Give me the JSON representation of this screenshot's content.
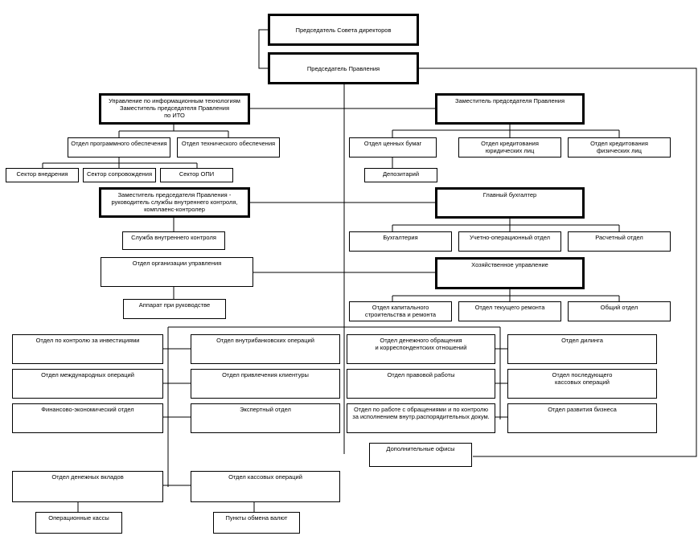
{
  "nodes": {
    "chairman_board": "Председатель Совета директоров",
    "chairman_management": "Председатель Правления",
    "it_management": "Управление по информационным технологиям\nЗаместитель председателя Правления\nпо ИТО",
    "deputy_chairman": "Заместитель председателя Правления",
    "software_dept": "Отдел программного обеспечения",
    "hardware_dept": "Отдел технического обеспечения",
    "implementation_sector": "Сектор внедрения",
    "support_sector": "Сектор сопровождения",
    "sector_opi": "Сектор ОПИ",
    "securities_dept": "Отдел ценных бумаг",
    "legal_credit_dept": "Отдел кредитования\nюридических лиц",
    "individual_credit_dept": "Отдел кредитования\nфизических лиц",
    "depository": "Депозитарий",
    "internal_control_deputy": "Заместитель председателя Правления -\nруководитель службы внутреннего контроля,\nкомплаенс-контролер",
    "chief_accountant": "Главный бухгалтер",
    "internal_control_service": "Служба внутреннего контроля",
    "accounting": "Бухгалтерия",
    "accounting_operations_dept": "Учетно-операционный отдел",
    "settlement_dept": "Расчетный отдел",
    "management_org_dept": "Отдел организации управления",
    "economic_management": "Хозяйственное управление",
    "chairman_office": "Аппарат при руководстве",
    "capital_construction_dept": "Отдел капитального\nстроительства и ремонта",
    "current_repair_dept": "Отдел текущего ремонта",
    "general_dept": "Общий отдел",
    "investment_control_dept": "Отдел по контролю за инвестициями",
    "interbank_dept": "Отдел внутрибанковских операций",
    "correspondent_dept": "Отдел денежного обращения\nи корреспондентских отношений",
    "dealing_dept": "Отдел дилинга",
    "international_dept": "Отдел международных операций",
    "client_attraction_dept": "Отдел привлечения клиентуры",
    "legal_dept": "Отдел правовой работы",
    "cash_followup_dept": "Отдел последующего\nкассовых операций",
    "financial_economic_dept": "Финансово-экономический отдел",
    "expert_dept": "Экспертный отдел",
    "appeals_control_dept": "Отдел по работе с обращениями и по контролю\nза исполнением внутр.распорядительных докум.",
    "business_development_dept": "Отдел развития бизнеса",
    "additional_offices": "Дополнительные офисы",
    "cash_deposits_dept": "Отдел денежных вкладов",
    "cash_operations_dept": "Отдел кассовых операций",
    "operating_cash_desks": "Операционные кассы",
    "currency_exchange_points": "Пункты обмена валют"
  }
}
